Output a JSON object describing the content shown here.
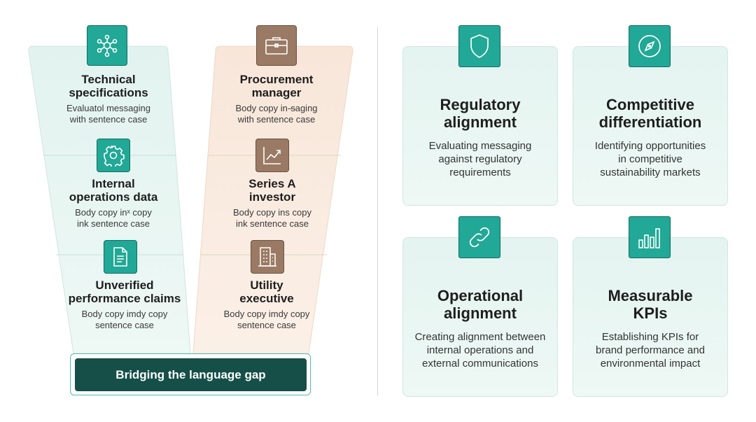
{
  "left_column": {
    "items": [
      {
        "icon": "network-icon",
        "title": "Technical\nspecifications",
        "body": "Evaluatol messaging\nwith sentence case"
      },
      {
        "icon": "gear-icon",
        "title": "Internal\noperations data",
        "body": "Body copy inˣ copy\nink sentence case"
      },
      {
        "icon": "document-icon",
        "title": "Unverified\nperformance claims",
        "body": "Body copy imdy copy\nsentence case"
      }
    ]
  },
  "right_column": {
    "items": [
      {
        "icon": "briefcase-icon",
        "title": "Procurement\nmanager",
        "body": "Body copy in-ᵴaging\nwith sentence case"
      },
      {
        "icon": "growth-chart-icon",
        "title": "Series A\ninvestor",
        "body": "Body copy ins copy\nink sentence case"
      },
      {
        "icon": "building-icon",
        "title": "Utility\nexecutive",
        "body": "Body copy imdy copy\nsentence case"
      }
    ]
  },
  "bridge": {
    "label": "Bridging the language gap"
  },
  "cards": [
    {
      "icon": "shield-icon",
      "title": "Regulatory\nalignment",
      "body": "Evaluating messaging\nagainst regulatory\nrequirements"
    },
    {
      "icon": "compass-icon",
      "title": "Competitive\ndifferentiation",
      "body": "Identifying opportunities\nin competitive\nsustainability markets"
    },
    {
      "icon": "link-icon",
      "title": "Operational\nalignment",
      "body": "Creating alignment between\ninternal operations and\nexternal communications"
    },
    {
      "icon": "bar-chart-icon",
      "title": "Measurable\nKPIs",
      "body": "Establishing KPIs for\nbrand performance and\nenvironmental impact"
    }
  ],
  "colors": {
    "teal": "#21a896",
    "teal_dark": "#154f48",
    "tan": "#9a7a64",
    "left_panel": "#e3f3ef",
    "right_panel": "#f8e7db"
  }
}
